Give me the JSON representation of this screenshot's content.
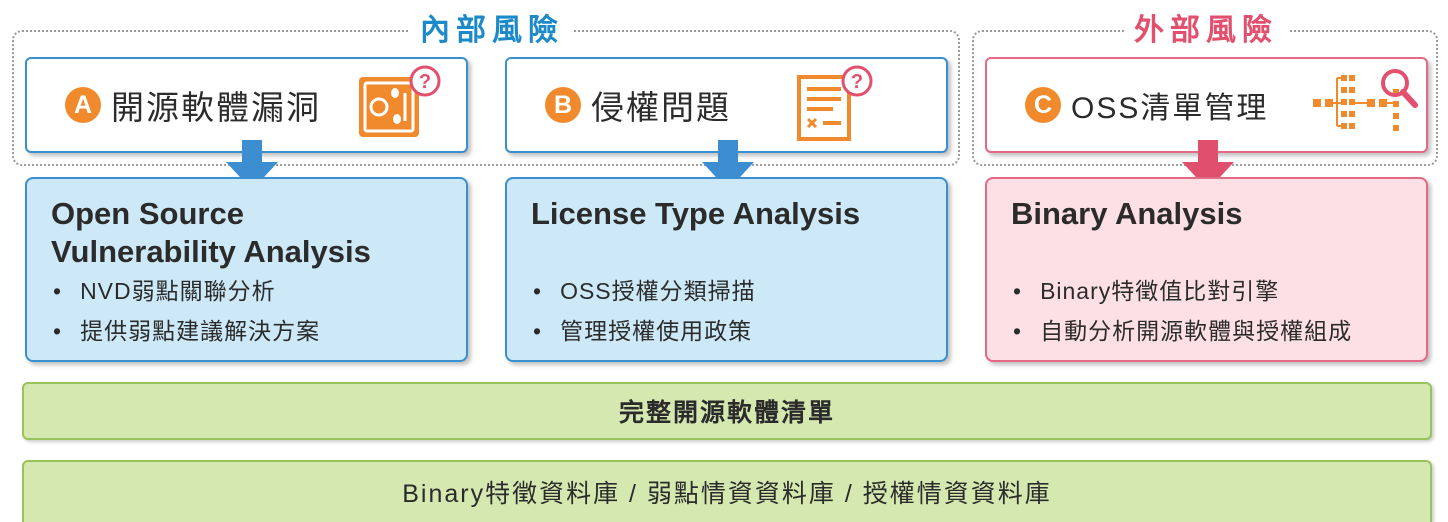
{
  "groups": {
    "internal": {
      "title": "內部風險"
    },
    "external": {
      "title": "外部風險"
    }
  },
  "risks": [
    {
      "badge": "A",
      "label": "開源軟體漏洞",
      "icon": "safe-bug-icon"
    },
    {
      "badge": "B",
      "label": "侵權問題",
      "icon": "license-document-icon"
    },
    {
      "badge": "C",
      "label": "OSS清單管理",
      "icon": "component-tree-search-icon"
    }
  ],
  "analyses": [
    {
      "title_line1": "Open Source",
      "title_line2": "Vulnerability Analysis",
      "bullets": [
        "NVD弱點關聯分析",
        "提供弱點建議解決方案"
      ]
    },
    {
      "title_line1": "License Type Analysis",
      "title_line2": "",
      "bullets": [
        "OSS授權分類掃描",
        "管理授權使用政策"
      ]
    },
    {
      "title_line1": "Binary Analysis",
      "title_line2": "",
      "bullets": [
        "Binary特徵值比對引擎",
        "自動分析開源軟體與授權組成"
      ]
    }
  ],
  "bars": {
    "inventory": "完整開源軟體清單",
    "databases": "Binary特徵資料庫 / 弱點情資資料庫 / 授權情資資料庫"
  },
  "colors": {
    "internal_accent": "#1c8ac8",
    "external_accent": "#e2506e",
    "badge_orange": "#f08a2c",
    "blue_border": "#3a8fd0",
    "blue_fill": "#cde9f8",
    "pink_border": "#e26a84",
    "pink_fill": "#fde0e6",
    "green_fill": "#d4e8b0",
    "green_border": "#98c25c",
    "arrow_blue": "#3c8ed0",
    "arrow_pink": "#e0506e"
  }
}
